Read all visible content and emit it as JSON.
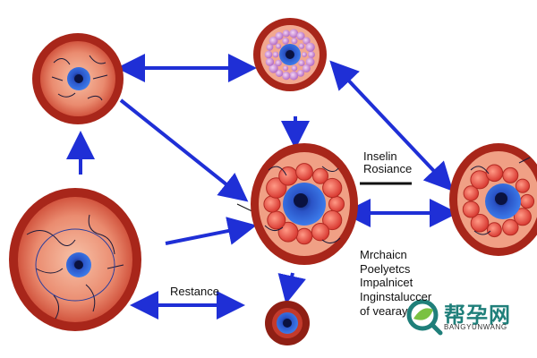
{
  "labels": {
    "insulin_line1": "Inselin",
    "insulin_line2": "Rosiance",
    "resistance_left": "Restance",
    "mechanism_lines": [
      "Mrchaicn",
      "Poelyetcs",
      "Impalnicet",
      "Inginstaluccer",
      "of vearay"
    ]
  },
  "watermark": {
    "brand": "帮孕网",
    "brand_sub": "BANGYUNWANG"
  },
  "colors": {
    "arrow": "#1f2fd6",
    "cell_outer": "#a8261a",
    "cell_inner": "#e98a6e",
    "nucleus": "#2356c9",
    "vein": "#1a1a3a",
    "bubble": "#d893e0",
    "blob": "#e6483e"
  },
  "icons": [
    "magnifier-leaf-icon"
  ]
}
